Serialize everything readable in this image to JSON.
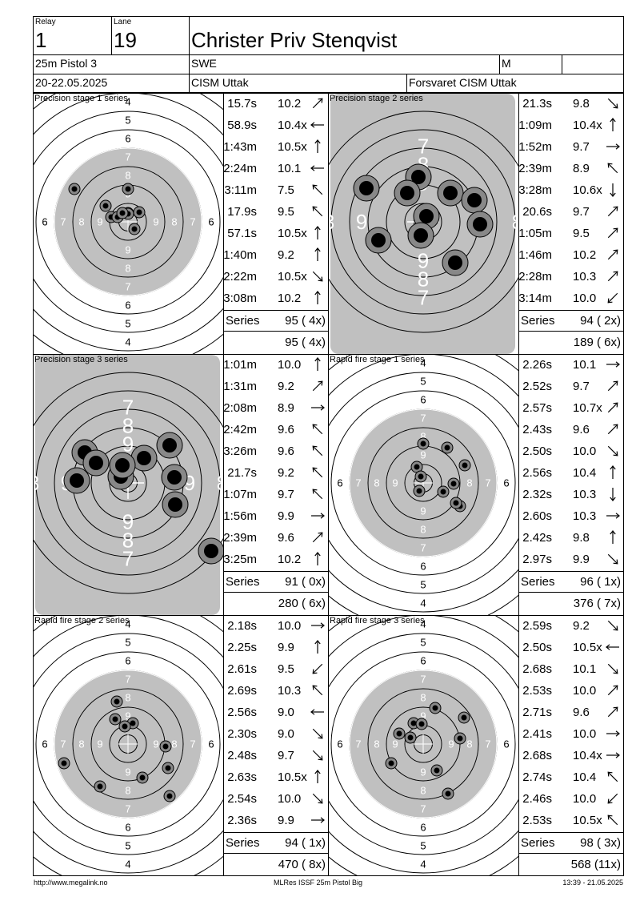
{
  "header": {
    "relay_label": "Relay",
    "relay_value": "1",
    "lane_label": "Lane",
    "lane_value": "19",
    "name": "Christer Priv Stenqvist",
    "event": "25m Pistol 3",
    "nation": "SWE",
    "gender": "M",
    "dates": "20-22.05.2025",
    "competition": "CISM Uttak",
    "club": "Forsvaret CISM Uttak"
  },
  "panels": [
    {
      "title": "Precision stage 1 series",
      "target": "rapid",
      "series_label": "Series",
      "series_value": "95 ( 4x)",
      "total_value": "95 ( 4x)",
      "shots": [
        {
          "time": "15.7s",
          "score": "10.2",
          "dir": "NE"
        },
        {
          "time": "58.9s",
          "score": "10.4x",
          "dir": "W"
        },
        {
          "time": "1:43m",
          "score": "10.5x",
          "dir": "N"
        },
        {
          "time": "2:24m",
          "score": "10.1",
          "dir": "W"
        },
        {
          "time": "3:11m",
          "score": "7.5",
          "dir": "NW"
        },
        {
          "time": "17.9s",
          "score": "9.5",
          "dir": "NW"
        },
        {
          "time": "57.1s",
          "score": "10.5x",
          "dir": "N"
        },
        {
          "time": "1:40m",
          "score": "9.2",
          "dir": "N"
        },
        {
          "time": "2:22m",
          "score": "10.5x",
          "dir": "SE"
        },
        {
          "time": "3:08m",
          "score": "10.2",
          "dir": "N"
        }
      ]
    },
    {
      "title": "Precision stage 2 series",
      "target": "precision",
      "series_label": "Series",
      "series_value": "94 ( 2x)",
      "total_value": "189 ( 6x)",
      "shots": [
        {
          "time": "21.3s",
          "score": "9.8",
          "dir": "SE"
        },
        {
          "time": "1:09m",
          "score": "10.4x",
          "dir": "N"
        },
        {
          "time": "1:52m",
          "score": "9.7",
          "dir": "E"
        },
        {
          "time": "2:39m",
          "score": "8.9",
          "dir": "NW"
        },
        {
          "time": "3:28m",
          "score": "10.6x",
          "dir": "S"
        },
        {
          "time": "20.6s",
          "score": "9.7",
          "dir": "NE"
        },
        {
          "time": "1:05m",
          "score": "9.5",
          "dir": "NE"
        },
        {
          "time": "1:46m",
          "score": "10.2",
          "dir": "NE"
        },
        {
          "time": "2:28m",
          "score": "10.3",
          "dir": "NE"
        },
        {
          "time": "3:14m",
          "score": "10.0",
          "dir": "SW"
        }
      ]
    },
    {
      "title": "Precision stage 3 series",
      "target": "precision",
      "series_label": "Series",
      "series_value": "91 ( 0x)",
      "total_value": "280 ( 6x)",
      "shots": [
        {
          "time": "1:01m",
          "score": "10.0",
          "dir": "N"
        },
        {
          "time": "1:31m",
          "score": "9.2",
          "dir": "NE"
        },
        {
          "time": "2:08m",
          "score": "8.9",
          "dir": "E"
        },
        {
          "time": "2:42m",
          "score": "9.6",
          "dir": "NW"
        },
        {
          "time": "3:26m",
          "score": "9.6",
          "dir": "NW"
        },
        {
          "time": "21.7s",
          "score": "9.2",
          "dir": "NW"
        },
        {
          "time": "1:07m",
          "score": "9.7",
          "dir": "NW"
        },
        {
          "time": "1:56m",
          "score": "9.9",
          "dir": "E"
        },
        {
          "time": "2:39m",
          "score": "9.6",
          "dir": "NE"
        },
        {
          "time": "3:25m",
          "score": "10.2",
          "dir": "N"
        }
      ]
    },
    {
      "title": "Rapid fire stage 1 series",
      "target": "rapid",
      "series_label": "Series",
      "series_value": "96 ( 1x)",
      "total_value": "376 ( 7x)",
      "shots": [
        {
          "time": "2.26s",
          "score": "10.1",
          "dir": "E"
        },
        {
          "time": "2.52s",
          "score": "9.7",
          "dir": "NE"
        },
        {
          "time": "2.57s",
          "score": "10.7x",
          "dir": "NE"
        },
        {
          "time": "2.43s",
          "score": "9.6",
          "dir": "NE"
        },
        {
          "time": "2.50s",
          "score": "10.0",
          "dir": "SE"
        },
        {
          "time": "2.56s",
          "score": "10.4",
          "dir": "N"
        },
        {
          "time": "2.32s",
          "score": "10.3",
          "dir": "S"
        },
        {
          "time": "2.60s",
          "score": "10.3",
          "dir": "E"
        },
        {
          "time": "2.42s",
          "score": "9.8",
          "dir": "N"
        },
        {
          "time": "2.97s",
          "score": "9.9",
          "dir": "SE"
        }
      ]
    },
    {
      "title": "Rapid fire stage 2 series",
      "target": "rapid",
      "series_label": "Series",
      "series_value": "94 ( 1x)",
      "total_value": "470 ( 8x)",
      "shots": [
        {
          "time": "2.18s",
          "score": "10.0",
          "dir": "E"
        },
        {
          "time": "2.25s",
          "score": "9.9",
          "dir": "N"
        },
        {
          "time": "2.61s",
          "score": "9.5",
          "dir": "SW"
        },
        {
          "time": "2.69s",
          "score": "10.3",
          "dir": "NW"
        },
        {
          "time": "2.56s",
          "score": "9.0",
          "dir": "W"
        },
        {
          "time": "2.30s",
          "score": "9.0",
          "dir": "SE"
        },
        {
          "time": "2.48s",
          "score": "9.7",
          "dir": "SE"
        },
        {
          "time": "2.63s",
          "score": "10.5x",
          "dir": "N"
        },
        {
          "time": "2.54s",
          "score": "10.0",
          "dir": "SE"
        },
        {
          "time": "2.36s",
          "score": "9.9",
          "dir": "E"
        }
      ]
    },
    {
      "title": "Rapid fire stage 3 series",
      "target": "rapid",
      "series_label": "Series",
      "series_value": "98 ( 3x)",
      "total_value": "568 (11x)",
      "shots": [
        {
          "time": "2.59s",
          "score": "9.2",
          "dir": "SE"
        },
        {
          "time": "2.50s",
          "score": "10.5x",
          "dir": "W"
        },
        {
          "time": "2.68s",
          "score": "10.1",
          "dir": "SE"
        },
        {
          "time": "2.53s",
          "score": "10.0",
          "dir": "NE"
        },
        {
          "time": "2.71s",
          "score": "9.6",
          "dir": "NE"
        },
        {
          "time": "2.41s",
          "score": "10.0",
          "dir": "E"
        },
        {
          "time": "2.68s",
          "score": "10.4x",
          "dir": "E"
        },
        {
          "time": "2.74s",
          "score": "10.4",
          "dir": "NW"
        },
        {
          "time": "2.46s",
          "score": "10.0",
          "dir": "SW"
        },
        {
          "time": "2.53s",
          "score": "10.5x",
          "dir": "NW"
        }
      ]
    }
  ],
  "footer": {
    "left": "http://www.megalink.no",
    "center": "MLRes ISSF 25m Pistol Big",
    "right": "13:39 - 21.05.2025"
  },
  "colors": {
    "target_gray": "#c0c0c0",
    "hole_gray": "#888888"
  }
}
